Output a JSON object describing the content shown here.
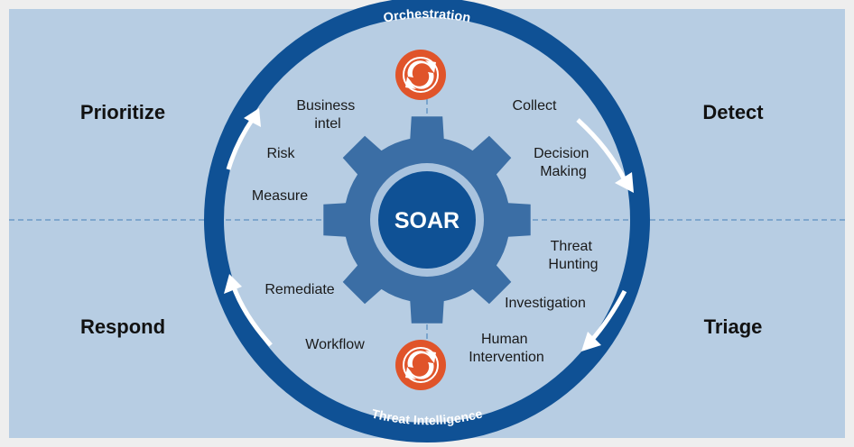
{
  "center": {
    "label": "SOAR"
  },
  "ring": {
    "top_label": "Orchestration",
    "bottom_label": "Threat Intelligence"
  },
  "quadrants": {
    "top_left": "Prioritize",
    "top_right": "Detect",
    "bottom_left": "Respond",
    "bottom_right": "Triage"
  },
  "steps": {
    "business_intel": [
      "Business",
      "intel"
    ],
    "collect": "Collect",
    "risk": "Risk",
    "decision_making": [
      "Decision",
      "Making"
    ],
    "measure": "Measure",
    "threat_hunting": [
      "Threat",
      "Hunting"
    ],
    "remediate": "Remediate",
    "investigation": "Investigation",
    "workflow": "Workflow",
    "human_intervention": [
      "Human",
      "Intervention"
    ]
  },
  "icons": [
    "orchestration-logo-icon",
    "threat-intel-logo-icon",
    "gear-icon",
    "cycle-arrow-icon"
  ],
  "colors": {
    "background": "#b7cde3",
    "ring": "#0f5195",
    "gear": "#3b6ea5",
    "gear_inner": "#a9c3de",
    "center": "#0f5195",
    "logo": "#e0542a",
    "text": "#1a1a1a"
  }
}
